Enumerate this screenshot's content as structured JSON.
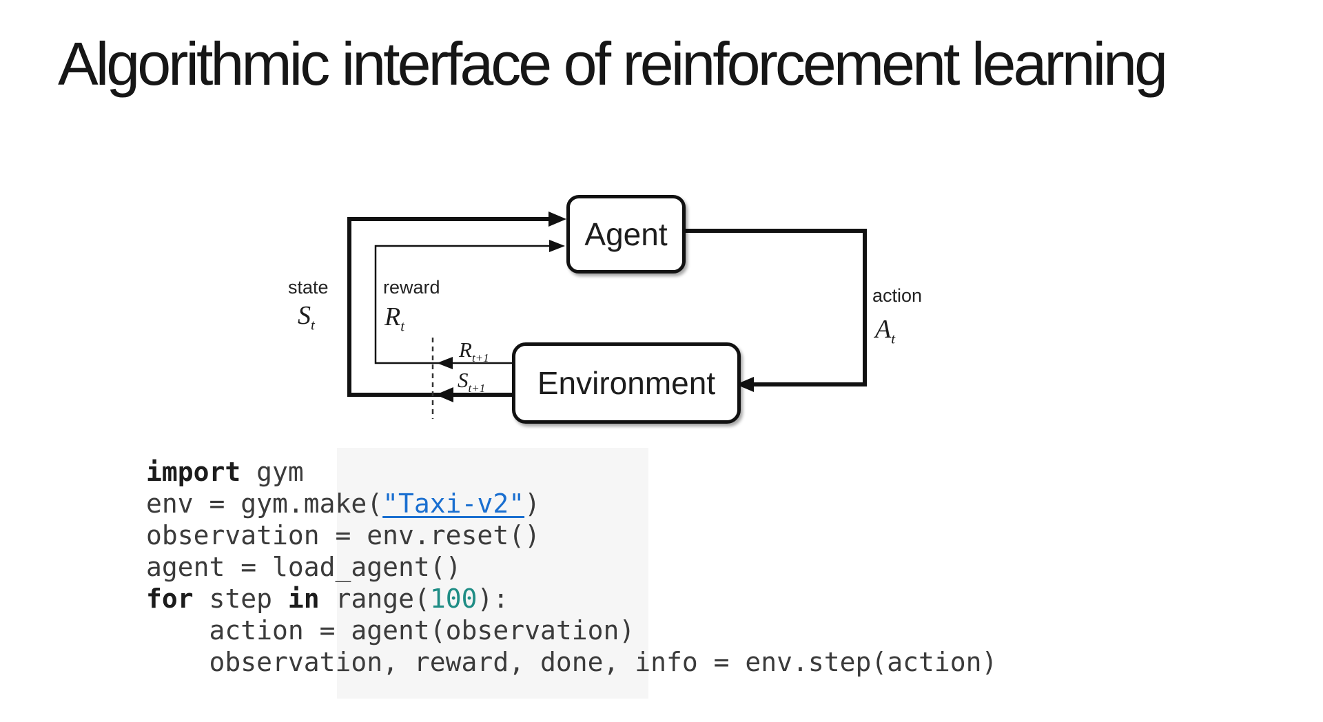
{
  "slide": {
    "title": "Algorithmic interface of reinforcement learning"
  },
  "diagram": {
    "agent_label": "Agent",
    "environment_label": "Environment",
    "state_label": "state",
    "reward_label": "reward",
    "action_label": "action",
    "state_symbol": {
      "base": "S",
      "sub": "t"
    },
    "reward_symbol": {
      "base": "R",
      "sub": "t"
    },
    "action_symbol": {
      "base": "A",
      "sub": "t"
    },
    "next_reward_symbol": {
      "base": "R",
      "sub": "t+1"
    },
    "next_state_symbol": {
      "base": "S",
      "sub": "t+1"
    },
    "line_color": "#111111"
  },
  "code": {
    "text_color": "#3b3b3b",
    "keyword_color": "#1c1c1c",
    "link_color": "#1a6fd0",
    "number_color": "#1f8d85",
    "lines": [
      [
        {
          "t": "import",
          "s": "kw"
        },
        {
          "t": " gym",
          "s": "pl"
        }
      ],
      [
        {
          "t": "env = gym.make(",
          "s": "pl"
        },
        {
          "t": "\"Taxi-v2\"",
          "s": "link"
        },
        {
          "t": ")",
          "s": "pl"
        }
      ],
      [
        {
          "t": "observation = env.reset()",
          "s": "pl"
        }
      ],
      [
        {
          "t": "agent = load_agent()",
          "s": "pl"
        }
      ],
      [
        {
          "t": "for",
          "s": "kw"
        },
        {
          "t": " step ",
          "s": "pl"
        },
        {
          "t": "in",
          "s": "kw"
        },
        {
          "t": " range(",
          "s": "pl"
        },
        {
          "t": "100",
          "s": "num"
        },
        {
          "t": "):",
          "s": "pl"
        }
      ],
      [
        {
          "t": "    action = agent(observation)",
          "s": "pl"
        }
      ],
      [
        {
          "t": "    observation, reward, done, info = env.step(action)",
          "s": "pl"
        }
      ]
    ]
  }
}
